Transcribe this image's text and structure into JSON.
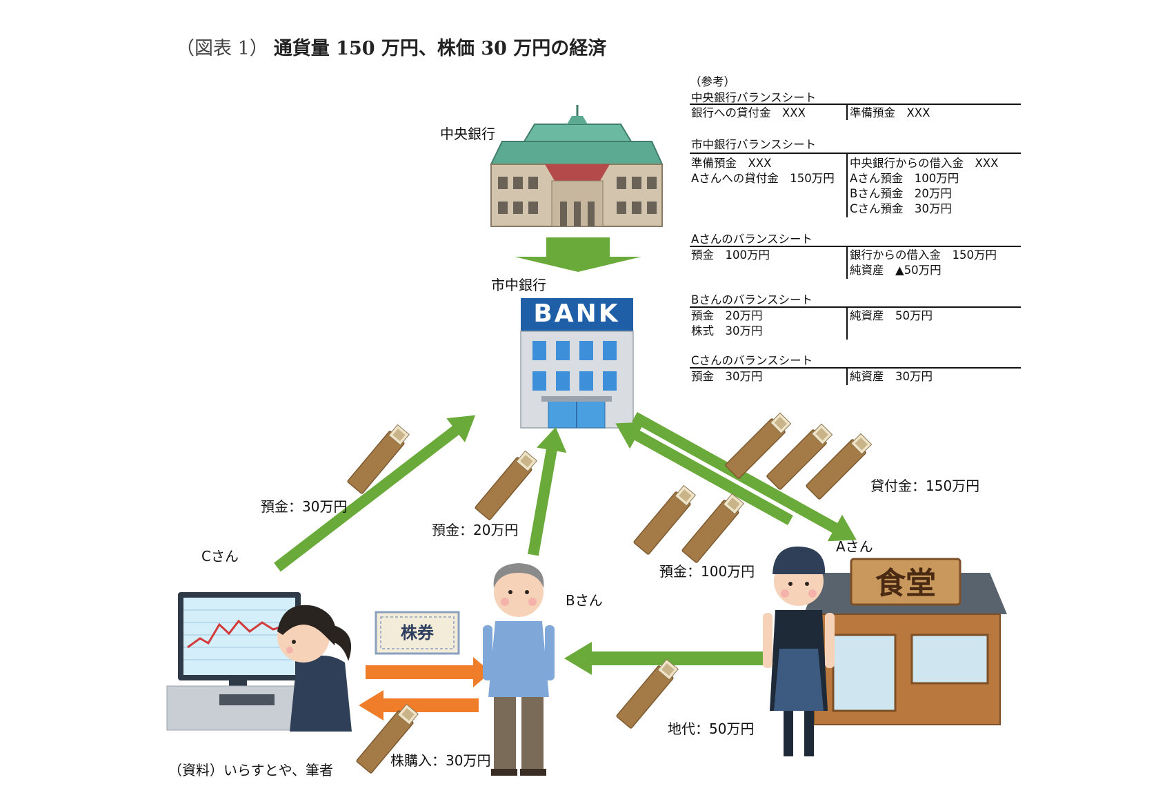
{
  "title": {
    "prefix": "（図表 1）",
    "main": "通貨量 150 万円、株価 30 万円の経済"
  },
  "nodes": {
    "central_bank": "中央銀行",
    "commercial_bank": "市中銀行",
    "bank_sign": "BANK",
    "person_a": "Aさん",
    "person_b": "Bさん",
    "person_c": "Cさん",
    "shop_sign": "食堂",
    "stock_certificate": "株券"
  },
  "flows": {
    "deposit_c": "預金：30万円",
    "deposit_b": "預金：20万円",
    "deposit_a": "預金：100万円",
    "loan_a": "貸付金：150万円",
    "rent": "地代：50万円",
    "stock_purchase": "株購入：30万円"
  },
  "source": "（資料）いらすとや、筆者",
  "reference": {
    "header": "（参考）",
    "sheets": [
      {
        "title": "中央銀行バランスシート",
        "assets": [
          "銀行への貸付金　XXX"
        ],
        "liabilities": [
          "準備預金　XXX"
        ]
      },
      {
        "title": "市中銀行バランスシート",
        "assets": [
          "準備預金　XXX",
          "Aさんへの貸付金　150万円"
        ],
        "liabilities": [
          "中央銀行からの借入金　XXX",
          "Aさん預金　100万円",
          "Bさん預金　20万円",
          "Cさん預金　30万円"
        ]
      },
      {
        "title": "Aさんのバランスシート",
        "assets": [
          "預金　100万円"
        ],
        "liabilities": [
          "銀行からの借入金　150万円",
          "純資産　▲50万円"
        ]
      },
      {
        "title": "Bさんのバランスシート",
        "assets": [
          "預金　20万円",
          "株式　30万円"
        ],
        "liabilities": [
          "純資産　50万円"
        ]
      },
      {
        "title": "Cさんのバランスシート",
        "assets": [
          "預金　30万円"
        ],
        "liabilities": [
          "純資産　30万円"
        ]
      }
    ]
  },
  "colors": {
    "money_arrow": "#6aaa3a",
    "stock_arrow": "#ef7d2a",
    "bank_blue": "#1f5fa8",
    "envelope": "#a47a46"
  }
}
